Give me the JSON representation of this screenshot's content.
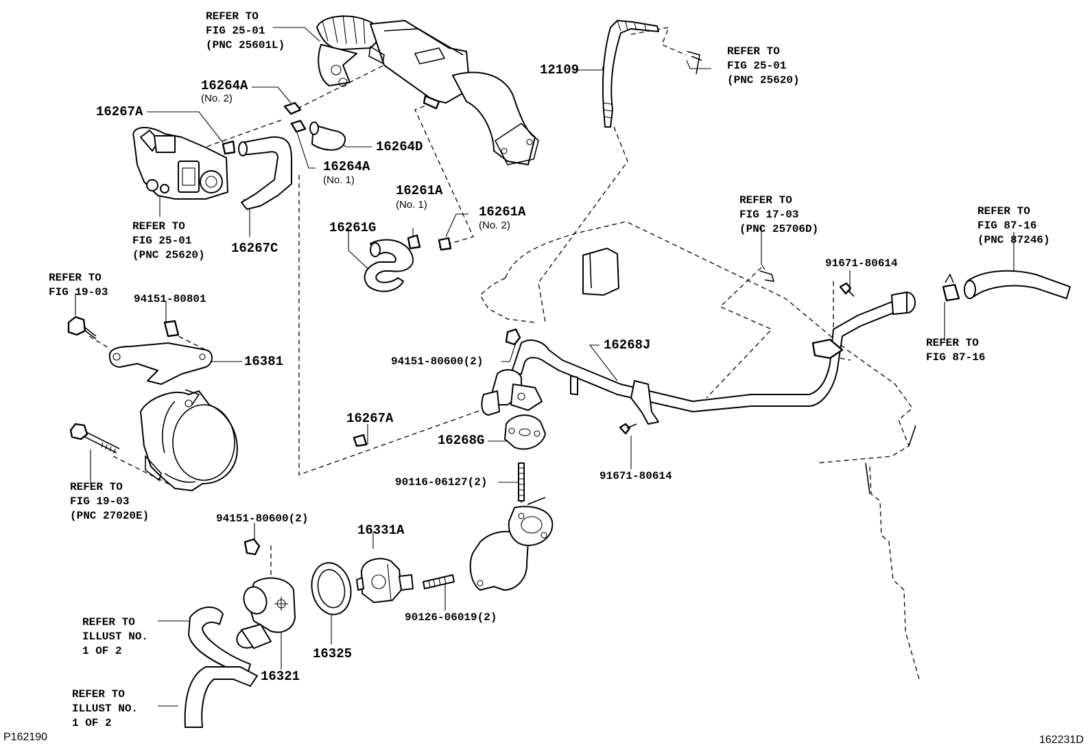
{
  "refs": {
    "egr_cooler": "REFER TO\nFIG 25-01\n(PNC 25601L)",
    "egr_valve": "REFER TO\nFIG 25-01\n(PNC 25620)",
    "egr_pipe": "REFER TO\nFIG 25-01\n(PNC 25620)",
    "fig_17_03": "REFER TO\nFIG 17-03\n(PNC 25706D)",
    "fig_87_16_pnc": "REFER TO\nFIG 87-16\n(PNC 87246)",
    "fig_87_16": "REFER TO\nFIG 87-16",
    "fig_19_03": "REFER TO\nFIG 19-03",
    "fig_19_03_pnc": "REFER TO\nFIG 19-03\n(PNC 27020E)",
    "illust_1": "REFER TO\nILLUST NO.\n1 OF 2",
    "illust_2": "REFER TO\nILLUST NO.\n1 OF 2"
  },
  "parts": {
    "p16264A_no2": "16264A",
    "p16264A_no2_note": "(No. 2)",
    "p16267A_top": "16267A",
    "p16264D": "16264D",
    "p16264A_no1": "16264A",
    "p16264A_no1_note": "(No. 1)",
    "p16267C": "16267C",
    "p12109": "12109",
    "p16261A_no1": "16261A",
    "p16261A_no1_note": "(No. 1)",
    "p16261A_no2": "16261A",
    "p16261A_no2_note": "(No. 2)",
    "p16261G": "16261G",
    "p94151_80801": "94151-80801",
    "p16381": "16381",
    "p94151_80600_a": "94151-80600(2)",
    "p16268J": "16268J",
    "p91671_80614_a": "91671-80614",
    "p91671_80614_b": "91671-80614",
    "p16267A_mid": "16267A",
    "p16268G": "16268G",
    "p90116_06127": "90116-06127(2)",
    "p94151_80600_b": "94151-80600(2)",
    "p16331A": "16331A",
    "p90126_06019": "90126-06019(2)",
    "p16325": "16325",
    "p16321": "16321"
  },
  "footer": {
    "left_code": "P162190",
    "right_code": "162231D"
  }
}
